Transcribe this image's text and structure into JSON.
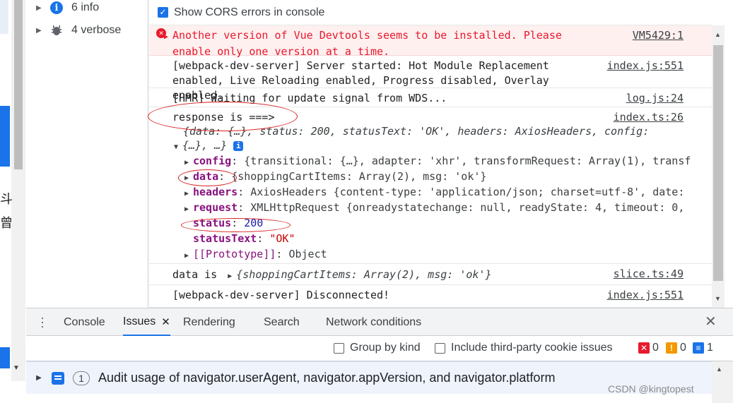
{
  "sidebar": {
    "items": [
      {
        "label": "6 info"
      },
      {
        "label": "4 verbose"
      }
    ]
  },
  "cors": {
    "label": "Show CORS errors in console",
    "checked": true
  },
  "messages": {
    "error": {
      "text": "Another version of Vue Devtools seems to be installed. Please enable only one version at a time.",
      "source": "VM5429:1"
    },
    "server": {
      "text": "[webpack-dev-server] Server started: Hot Module Replacement enabled, Live Reloading enabled, Progress disabled, Overlay enabled.",
      "source": "index.js:551"
    },
    "hmr": {
      "text": "[HMR] Waiting for update signal from WDS...",
      "source": "log.js:24"
    },
    "response": {
      "text": "response is ===>",
      "source": "index.ts:26",
      "preview_line1": "{data: {…}, status: 200, statusText: 'OK', headers: AxiosHeaders, config:",
      "preview_line2": "{…}, …}",
      "props": {
        "config_key": "config",
        "config_val": "{transitional: {…}, adapter: 'xhr', transformRequest: Array(1), transf",
        "data_key": "data",
        "data_val": "{shoppingCartItems: Array(2), msg: 'ok'}",
        "headers_key": "headers",
        "headers_val": "AxiosHeaders {content-type: 'application/json; charset=utf-8', date:",
        "request_key": "request",
        "request_val": "XMLHttpRequest {onreadystatechange: null, readyState: 4, timeout: 0,",
        "status_key": "status",
        "status_val": "200",
        "statustext_key": "statusText",
        "statustext_val": "\"OK\"",
        "proto_key": "[[Prototype]]",
        "proto_val": "Object"
      }
    },
    "data_is": {
      "text": "data is",
      "value": "{shoppingCartItems: Array(2), msg: 'ok'}",
      "source": "slice.ts:49"
    },
    "disconnected": {
      "text": "[webpack-dev-server] Disconnected!",
      "source": "index.js:551"
    }
  },
  "drawer": {
    "tabs": [
      {
        "label": "Console"
      },
      {
        "label": "Issues",
        "active": true
      },
      {
        "label": "Rendering"
      },
      {
        "label": "Search"
      },
      {
        "label": "Network conditions"
      }
    ],
    "toolbar": {
      "group_by_kind": "Group by kind",
      "third_party": "Include third-party cookie issues",
      "errors": "0",
      "warnings": "0",
      "infos": "1"
    },
    "issue": {
      "count": "1",
      "text": "Audit usage of navigator.userAgent, navigator.appVersion, and navigator.platform"
    }
  },
  "watermark": "CSDN @kingtopest",
  "colors": {
    "accent": "#1a73e8",
    "error": "#e8192c",
    "error_bg": "#fff0f0",
    "warning": "#f29900",
    "annotation": "#d81e1e"
  }
}
